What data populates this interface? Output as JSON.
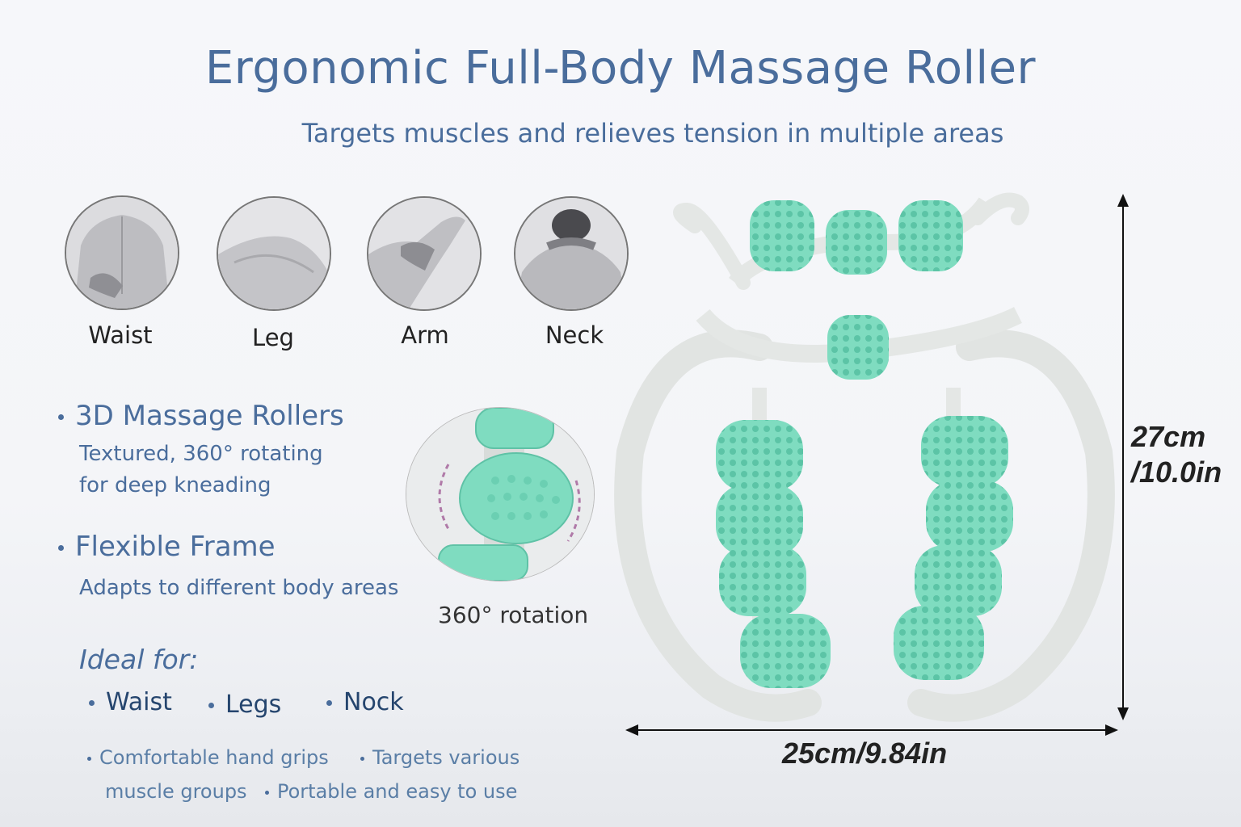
{
  "header": {
    "title": "Ergonomic Full-Body Massage Roller",
    "subtitle": "Targets muscles and relieves tension in multiple areas"
  },
  "body_areas": [
    {
      "label": "Waist",
      "icon": "waist-photo"
    },
    {
      "label": "Leg",
      "icon": "leg-photo"
    },
    {
      "label": "Arm",
      "icon": "arm-photo"
    },
    {
      "label": "Neck",
      "icon": "neck-photo"
    }
  ],
  "features": [
    {
      "heading": "3D Massage Rollers",
      "lines": [
        "Textured, 360° rotating",
        "for deep kneading"
      ]
    },
    {
      "heading": "Flexible Frame",
      "lines": [
        "Adapts to different body areas"
      ]
    }
  ],
  "rotation_label": "360° rotation",
  "ideal": {
    "heading": "Ideal for:",
    "items": [
      "Waist",
      "Legs",
      "Nock"
    ]
  },
  "extras": {
    "line1": [
      "Comfortable hand grips",
      "Targets  various"
    ],
    "line2": [
      "muscle groups",
      "Portable and easy to use"
    ]
  },
  "dimensions": {
    "height_cm": "27cm",
    "height_in": "/10.0in",
    "width": "25cm/9.84in"
  },
  "colors": {
    "accent": "#4a6d9c",
    "roller_green": "#7fdcc0",
    "frame_white": "#e3e6e4"
  }
}
